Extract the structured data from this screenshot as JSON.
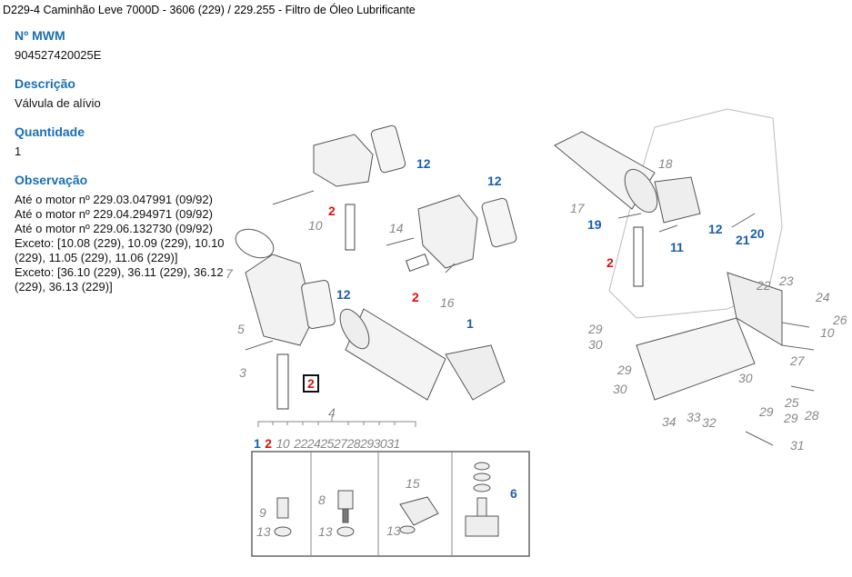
{
  "breadcrumb": "D229-4 Caminhão Leve 7000D - 3606 (229)  /  229.255 - Filtro de Óleo Lubrificante",
  "fields": {
    "mwm_label": "Nº MWM",
    "mwm_value": "904527420025E",
    "desc_label": "Descrição",
    "desc_value": "Válvula de alívio",
    "qty_label": "Quantidade",
    "qty_value": "1",
    "obs_label": "Observação",
    "obs_lines": [
      "Até o motor nº 229.03.047991 (09/92)",
      "Até o motor nº 229.04.294971 (09/92)",
      "Até o motor nº 229.06.132730 (09/92)",
      "Exceto: [10.08 (229), 10.09 (229), 10.10",
      "(229), 11.05 (229), 11.06 (229)]",
      "Exceto: [36.10 (229), 36.11 (229), 36.12",
      "(229), 36.13 (229)]"
    ]
  },
  "diagram": {
    "callouts": [
      "12",
      "12",
      "12",
      "1",
      "19",
      "11",
      "12",
      "21",
      "20",
      "6",
      "2",
      "2",
      "2",
      "2",
      "10",
      "14",
      "7",
      "5",
      "3",
      "16",
      "17",
      "18",
      "4",
      "22",
      "23",
      "24",
      "26",
      "27",
      "10",
      "29",
      "30",
      "29",
      "30",
      "30",
      "25",
      "28",
      "29",
      "29",
      "34",
      "33",
      "32",
      "31",
      "9",
      "13",
      "8",
      "13",
      "15",
      "13"
    ],
    "kit_row": [
      "1",
      "2",
      "10",
      "22",
      "24",
      "25",
      "27",
      "28",
      "29",
      "30",
      "31"
    ]
  },
  "colors": {
    "heading": "#1a6fb5",
    "callout_blue": "#1a5faa",
    "callout_red": "#e01010",
    "callout_gray": "#888888"
  }
}
